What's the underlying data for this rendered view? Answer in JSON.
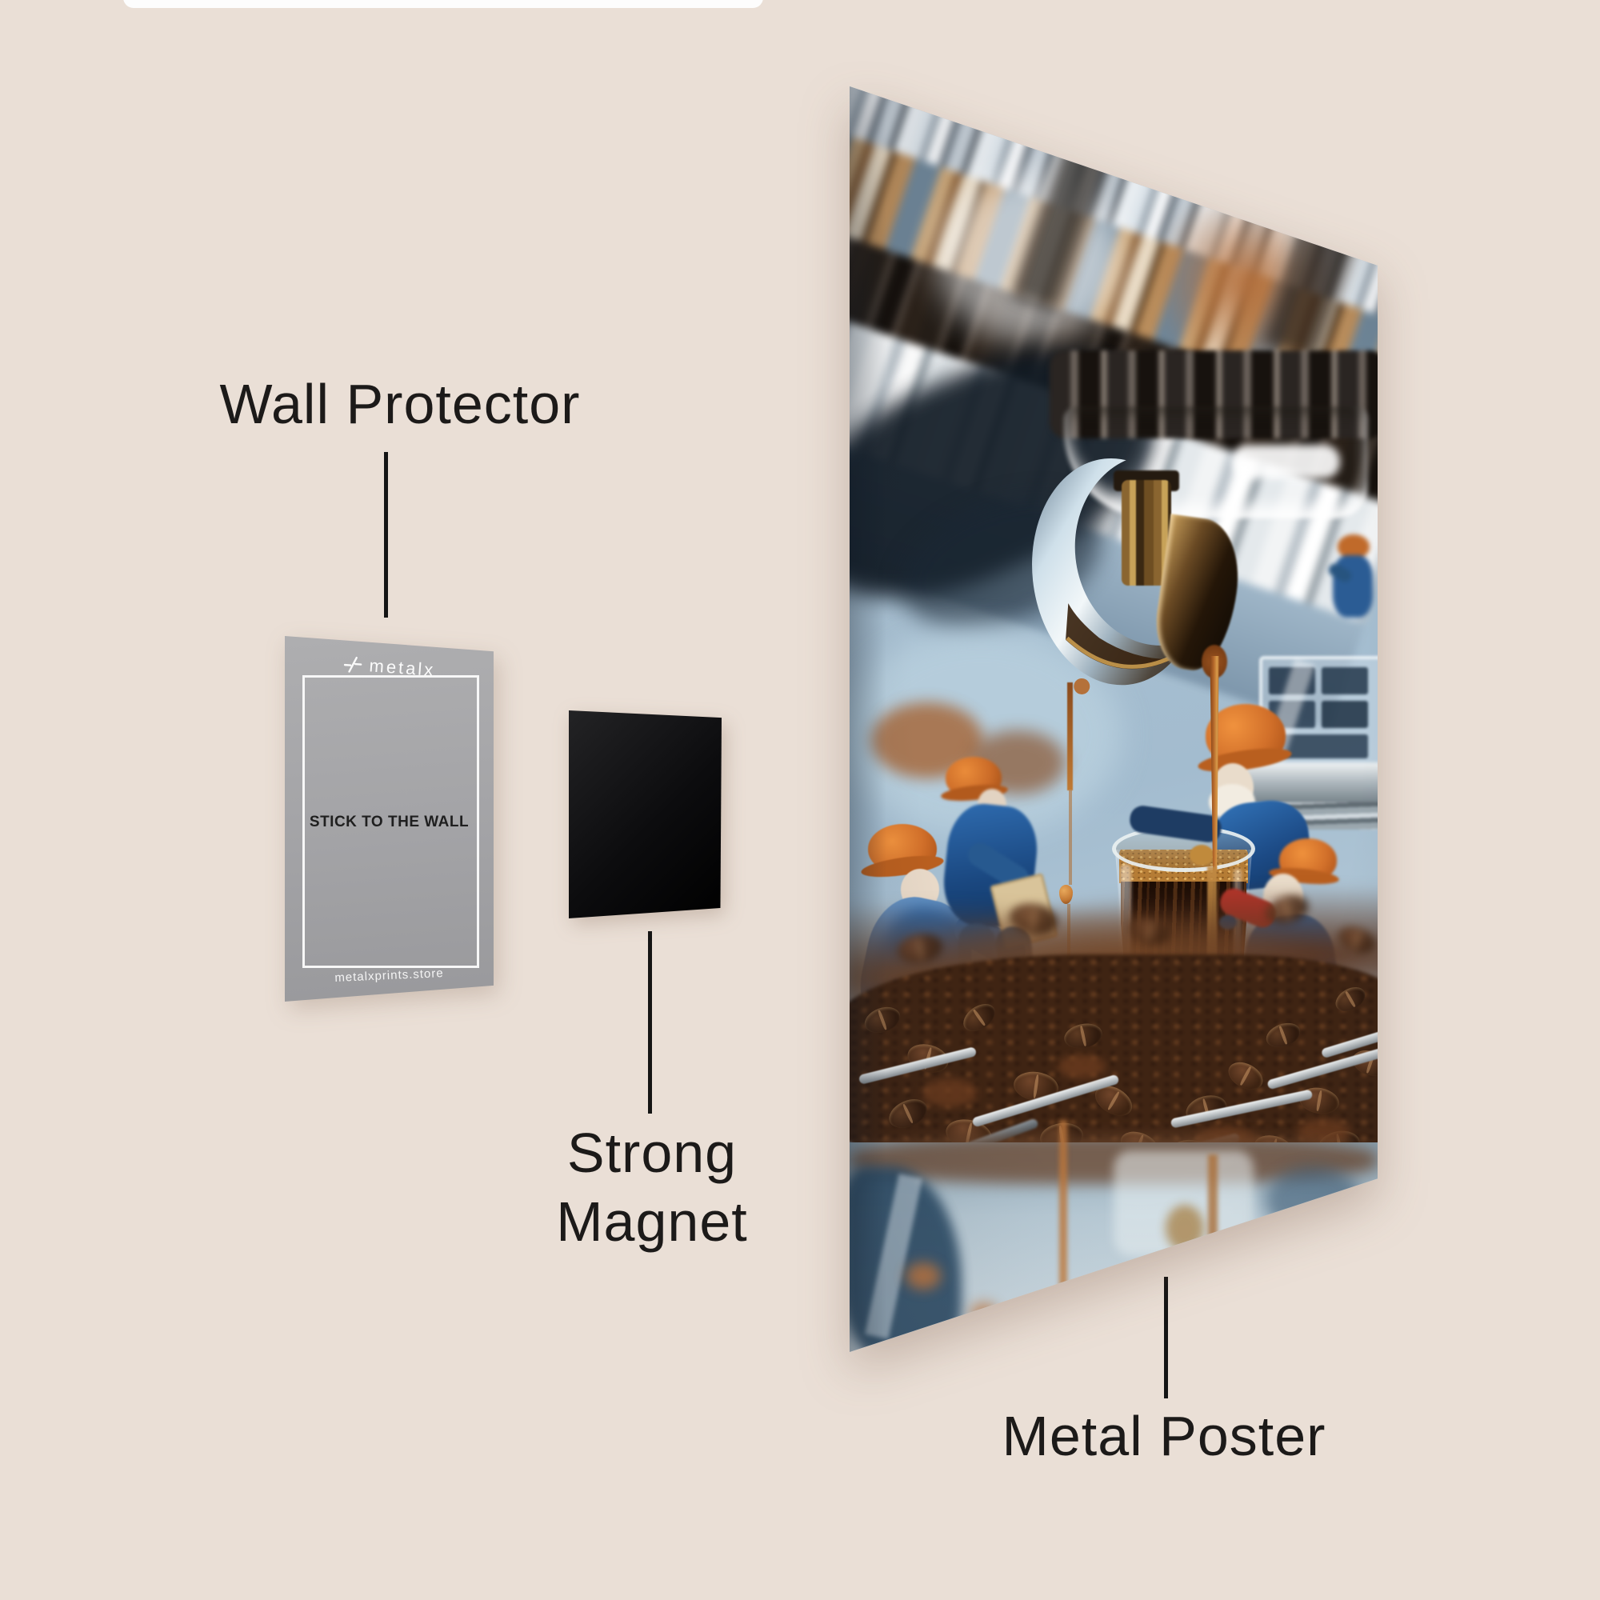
{
  "page": {
    "background_color": "#eadfd6"
  },
  "annotations": {
    "wall_protector": {
      "label": "Wall Protector"
    },
    "strong_magnet": {
      "label_line1": "Strong",
      "label_line2": "Magnet"
    },
    "metal_poster": {
      "label": "Metal Poster"
    }
  },
  "wall_protector_card": {
    "brand": "metalx",
    "message": "STICK TO THE WALL",
    "website": "metalxprints.store",
    "card_color": "#a5a5a8",
    "text_color": "#f7f7f7"
  },
  "magnet": {
    "color": "#0a0a0c"
  },
  "poster": {
    "scene": "Miniature workers in blue overalls and orange hard hats brewing espresso: chrome machine spout pouring coffee into a glass on coffee beans with mirror reflection",
    "palette": {
      "steel_blue": "#a3bccf",
      "chrome_light": "#f2f4f5",
      "copper": "#a66a3e",
      "coffee_amber": "#b4672a",
      "coffee_dark": "#1d0d05",
      "helmet_orange": "#d2702a",
      "overall_blue": "#2a65a6",
      "bean_brown": "#4e2e1a"
    }
  },
  "colors": {
    "label_text": "#1c1a19",
    "pointer_line": "#151515"
  }
}
